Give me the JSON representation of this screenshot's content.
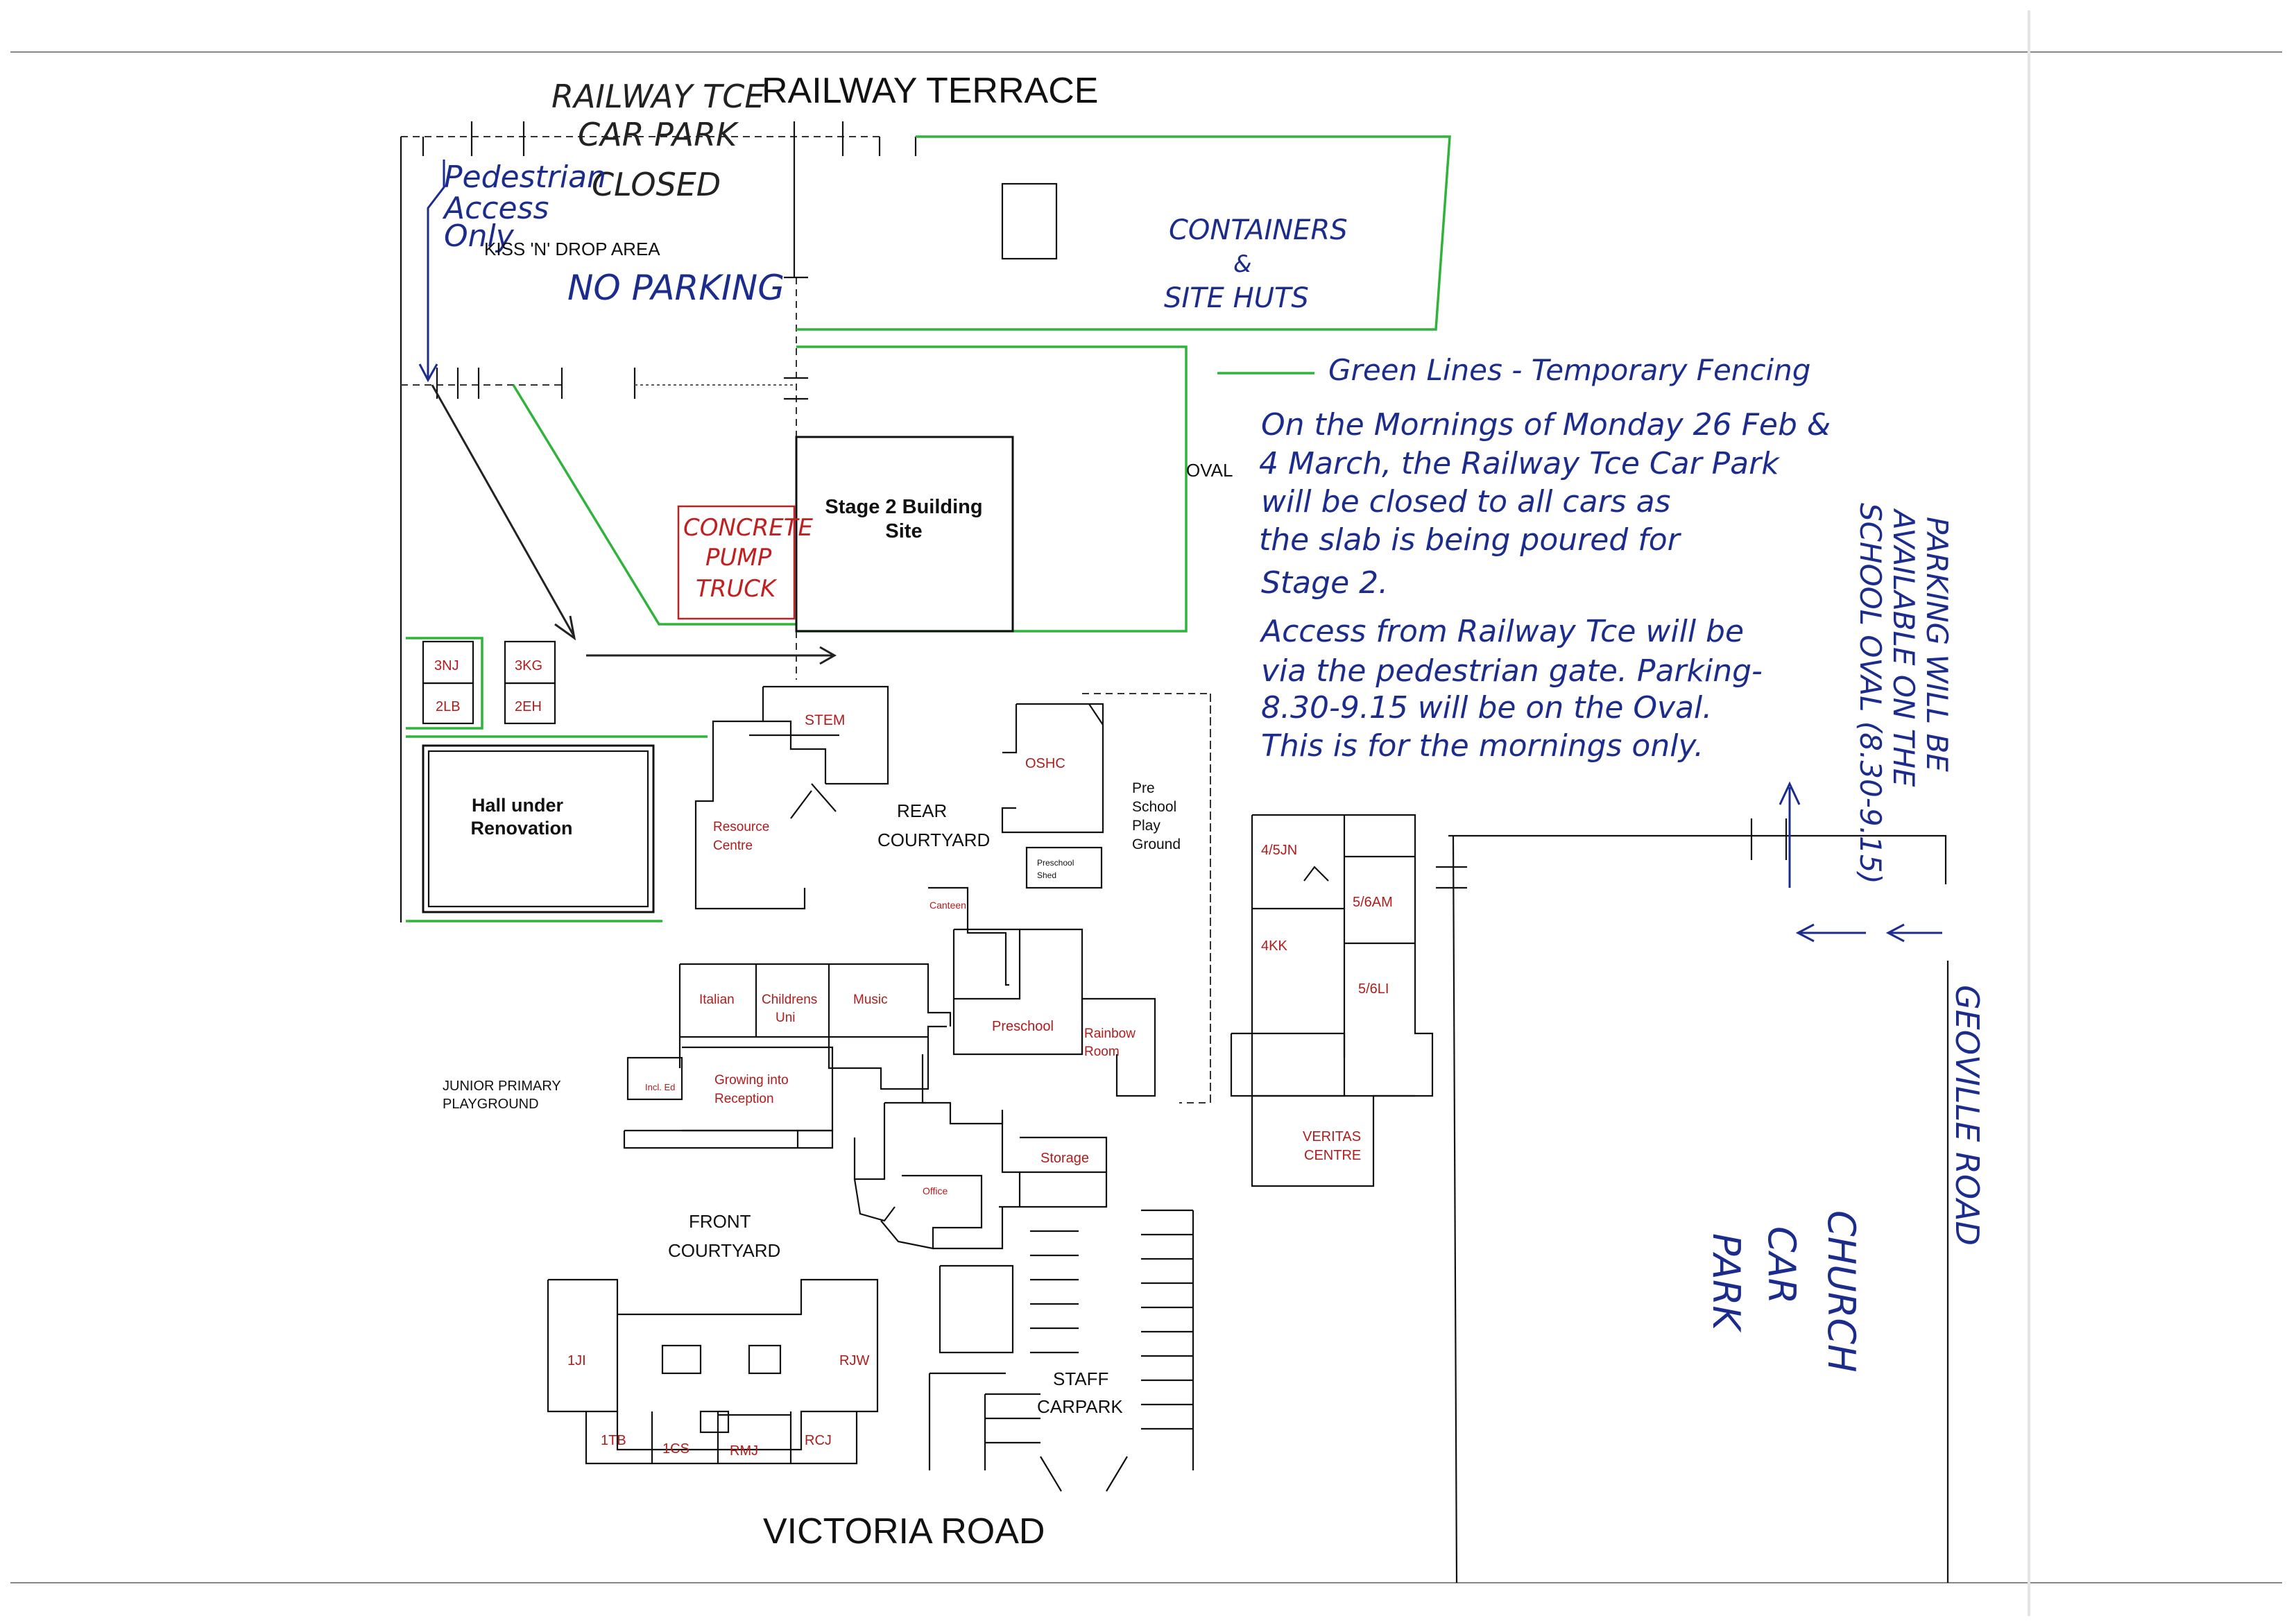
{
  "roads": {
    "north": "RAILWAY TERRACE",
    "south": "VICTORIA ROAD",
    "east": "GEOVILLE ROAD"
  },
  "handwritten": {
    "car_park_line1": "RAILWAY TCE",
    "car_park_line2": "CAR PARK",
    "closed": "CLOSED",
    "pedestrian_line1": "Pedestrian",
    "pedestrian_line2": "Access",
    "pedestrian_line3": "Only",
    "no_parking": "NO PARKING",
    "containers_line1": "CONTAINERS",
    "containers_line2": "&",
    "containers_line3": "SITE HUTS",
    "concrete_line1": "CONCRETE",
    "concrete_line2": "PUMP",
    "concrete_line3": "TRUCK",
    "church_line1": "CHURCH",
    "church_line2": "CAR",
    "church_line3": "PARK",
    "oval_parking_line1": "PARKING WILL BE",
    "oval_parking_line2": "AVAILABLE ON THE",
    "oval_parking_line3": "SCHOOL OVAL (8.30-9.15)"
  },
  "notice": {
    "legend": "Green Lines - Temporary Fencing",
    "lines": [
      "On the Mornings of Monday 26 Feb &",
      "4 March, the Railway Tce Car Park",
      "will be closed to all cars as",
      "the slab is being poured for",
      "Stage 2.",
      "Access from Railway Tce will be",
      "via the pedestrian gate. Parking-",
      "8.30-9.15 will be on the Oval.",
      "This is for the mornings only."
    ]
  },
  "areas": {
    "kiss_n_drop": "KISS 'N' DROP AREA",
    "oval": "OVAL",
    "stage2_line1": "Stage 2 Building",
    "stage2_line2": "Site",
    "hall_line1": "Hall under",
    "hall_line2": "Renovation",
    "rear_courtyard_line1": "REAR",
    "rear_courtyard_line2": "COURTYARD",
    "front_courtyard_line1": "FRONT",
    "front_courtyard_line2": "COURTYARD",
    "junior_line1": "JUNIOR PRIMARY",
    "junior_line2": "PLAYGROUND",
    "preschool_play_line1": "Pre",
    "preschool_play_line2": "School",
    "preschool_play_line3": "Play",
    "preschool_play_line4": "Ground",
    "preschool_shed_line1": "Preschool",
    "preschool_shed_line2": "Shed",
    "staff_carpark_line1": "STAFF",
    "staff_carpark_line2": "CARPARK"
  },
  "rooms": {
    "r3nj": "3NJ",
    "r3kg": "3KG",
    "r2lb": "2LB",
    "r2eh": "2EH",
    "stem": "STEM",
    "resource_line1": "Resource",
    "resource_line2": "Centre",
    "oshc": "OSHC",
    "canteen": "Canteen",
    "italian": "Italian",
    "childrens_line1": "Childrens",
    "childrens_line2": "Uni",
    "music": "Music",
    "preschool": "Preschool",
    "rainbow_line1": "Rainbow",
    "rainbow_line2": "Room",
    "incl_ed": "Incl. Ed",
    "growing_line1": "Growing into",
    "growing_line2": "Reception",
    "storage": "Storage",
    "office": "Office",
    "r45jn": "4/5JN",
    "r56am": "5/6AM",
    "r4kk": "4KK",
    "r56li": "5/6LI",
    "veritas_line1": "VERITAS",
    "veritas_line2": "CENTRE",
    "r1ji": "1JI",
    "rjw": "RJW",
    "r1tb": "1TB",
    "r1cs": "1CS",
    "rmj": "RMJ",
    "rcj": "RCJ"
  }
}
